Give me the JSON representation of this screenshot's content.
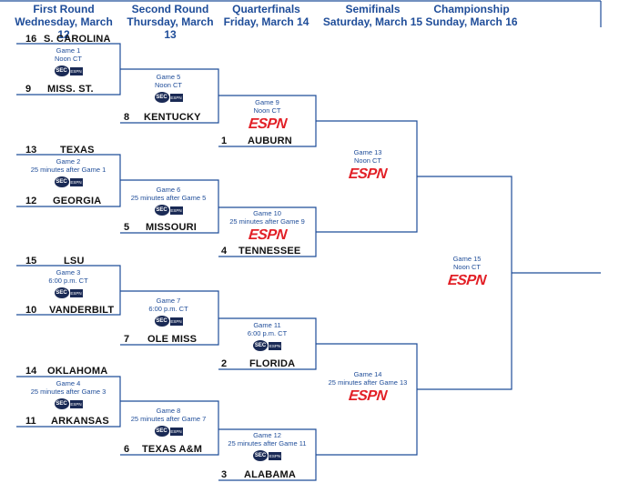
{
  "rounds": [
    {
      "name": "First Round",
      "date": "Wednesday, March 12"
    },
    {
      "name": "Second Round",
      "date": "Thursday, March 13"
    },
    {
      "name": "Quarterfinals",
      "date": "Friday, March 14"
    },
    {
      "name": "Semifinals",
      "date": "Saturday, March 15"
    },
    {
      "name": "Championship",
      "date": "Sunday, March 16"
    }
  ],
  "teams": [
    {
      "seed": "16",
      "name": "S. CAROLINA"
    },
    {
      "seed": "9",
      "name": "MISS. ST."
    },
    {
      "seed": "8",
      "name": "KENTUCKY"
    },
    {
      "seed": "1",
      "name": "AUBURN"
    },
    {
      "seed": "13",
      "name": "TEXAS"
    },
    {
      "seed": "12",
      "name": "GEORGIA"
    },
    {
      "seed": "5",
      "name": "MISSOURI"
    },
    {
      "seed": "4",
      "name": "TENNESSEE"
    },
    {
      "seed": "15",
      "name": "LSU"
    },
    {
      "seed": "10",
      "name": "VANDERBILT"
    },
    {
      "seed": "7",
      "name": "OLE MISS"
    },
    {
      "seed": "2",
      "name": "FLORIDA"
    },
    {
      "seed": "14",
      "name": "OKLAHOMA"
    },
    {
      "seed": "11",
      "name": "ARKANSAS"
    },
    {
      "seed": "6",
      "name": "TEXAS A&M"
    },
    {
      "seed": "3",
      "name": "ALABAMA"
    }
  ],
  "games": [
    {
      "title": "Game 1",
      "time": "Noon CT",
      "network": "sec"
    },
    {
      "title": "Game 2",
      "time": "25 minutes after Game 1",
      "network": "sec"
    },
    {
      "title": "Game 3",
      "time": "6:00 p.m. CT",
      "network": "sec"
    },
    {
      "title": "Game 4",
      "time": "25 minutes after Game 3",
      "network": "sec"
    },
    {
      "title": "Game 5",
      "time": "Noon CT",
      "network": "sec"
    },
    {
      "title": "Game 6",
      "time": "25 minutes after Game 5",
      "network": "sec"
    },
    {
      "title": "Game 7",
      "time": "6:00 p.m. CT",
      "network": "sec"
    },
    {
      "title": "Game 8",
      "time": "25 minutes after Game 7",
      "network": "sec"
    },
    {
      "title": "Game 9",
      "time": "Noon CT",
      "network": "espn"
    },
    {
      "title": "Game 10",
      "time": "25 minutes after Game 9",
      "network": "espn"
    },
    {
      "title": "Game 11",
      "time": "6:00 p.m. CT",
      "network": "sec"
    },
    {
      "title": "Game 12",
      "time": "25 minutes after Game 11",
      "network": "sec"
    },
    {
      "title": "Game 13",
      "time": "Noon CT",
      "network": "espn"
    },
    {
      "title": "Game 14",
      "time": "25 minutes after Game 13",
      "network": "espn"
    },
    {
      "title": "Game 15",
      "time": "Noon CT",
      "network": "espn"
    }
  ],
  "networks": {
    "espn": {
      "label": "ESPN",
      "color": "#e21f26"
    },
    "sec": {
      "label": "SEC",
      "sub": "ESPN NETWORK",
      "color": "#1a2a55"
    }
  },
  "colors": {
    "bracket_line": "#1f4d99",
    "header": "#1f4d99"
  }
}
